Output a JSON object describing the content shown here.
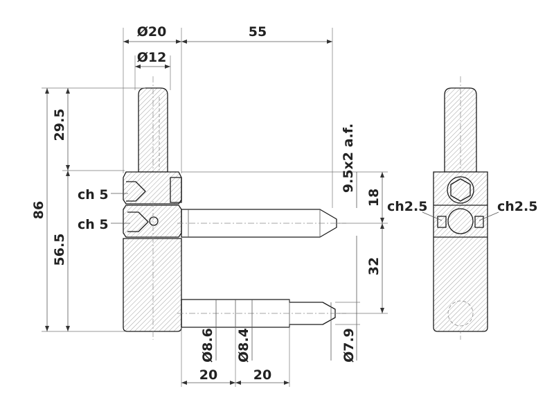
{
  "dimensions": {
    "dia_outer": "Ø20",
    "dia_inner": "Ø12",
    "length_top": "55",
    "height_top": "29.5",
    "height_total": "86",
    "height_lower": "56.5",
    "hex_size": "9.5x2 a.f.",
    "spacing_upper": "18",
    "spacing_lower": "32",
    "chamfer_1": "ch 5",
    "chamfer_2": "ch 5",
    "pin_dia_1": "Ø8.6",
    "pin_dia_2": "Ø8.4",
    "pin_dia_3": "Ø7.9",
    "pin_len_1": "20",
    "pin_len_2": "20",
    "side_chamfer_left": "ch2.5",
    "side_chamfer_right": "ch2.5"
  }
}
